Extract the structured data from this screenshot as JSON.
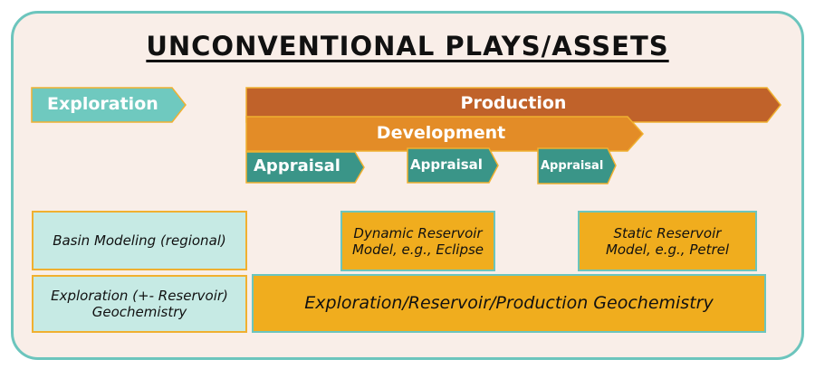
{
  "title": "UNCONVENTIONAL PLAYS/ASSETS",
  "phases": {
    "exploration": "Exploration",
    "production": "Production",
    "development": "Development",
    "appraisal": [
      "Appraisal",
      "Appraisal",
      "Appraisal"
    ]
  },
  "boxes": {
    "basin_modeling": "Basin Modeling (regional)",
    "dynamic_model": "Dynamic Reservoir Model, e.g., Eclipse",
    "static_model": "Static Reservoir Model, e.g., Petrel",
    "exploration_geochem": "Exploration (+- Reservoir) Geochemistry",
    "erp_geochem": "Exploration/Reservoir/Production Geochemistry"
  },
  "colors": {
    "exploration": "#6fc9bf",
    "production": "#c0622a",
    "development": "#e38c27",
    "appraisal": "#3a9588",
    "outline": "#f0b030"
  }
}
